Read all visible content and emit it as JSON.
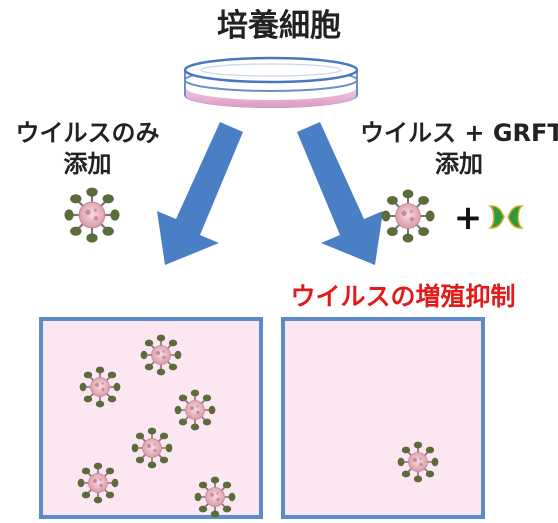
{
  "title": "培養細胞",
  "left_label": {
    "line1": "ウイルスのみ",
    "line2": "添加"
  },
  "right_label": {
    "line1": "ウイルス + GRFT",
    "line2": "添加"
  },
  "plus_sign": "+",
  "result_label": "ウイルスの増殖抑制",
  "colors": {
    "arrow": "#4a7fc6",
    "box_border": "#5b8bc9",
    "box_fill": "#fbe6f1",
    "result_label": "#e21a1a",
    "grft": "#2f9a3a"
  },
  "icons": {
    "dish": "petri-dish-icon",
    "virus": "virus-icon",
    "grft": "grft-protein-icon"
  },
  "left_well": {
    "virus_count": 6
  },
  "right_well": {
    "virus_count": 1
  }
}
